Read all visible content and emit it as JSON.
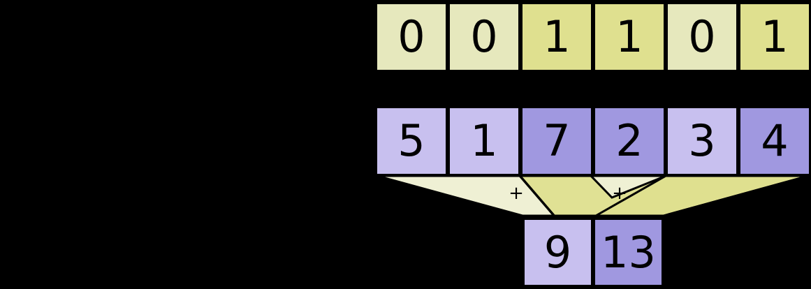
{
  "diagram": {
    "title": "stream-reduction-diagram",
    "background_color": "#000000",
    "mask_row": {
      "name": "binary-mask-row",
      "cells": [
        {
          "value": "0",
          "state": "off",
          "color": "#e6e8bd"
        },
        {
          "value": "0",
          "state": "off",
          "color": "#e6e8bd"
        },
        {
          "value": "1",
          "state": "on",
          "color": "#dfe08f"
        },
        {
          "value": "1",
          "state": "on",
          "color": "#dfe08f"
        },
        {
          "value": "0",
          "state": "off",
          "color": "#e6e8bd"
        },
        {
          "value": "1",
          "state": "on",
          "color": "#dfe08f"
        }
      ]
    },
    "data_row": {
      "name": "input-data-row",
      "cells": [
        {
          "value": "5",
          "state": "off",
          "color": "#c8c0ef"
        },
        {
          "value": "1",
          "state": "off",
          "color": "#c8c0ef"
        },
        {
          "value": "7",
          "state": "on",
          "color": "#a098e0"
        },
        {
          "value": "2",
          "state": "on",
          "color": "#a098e0"
        },
        {
          "value": "3",
          "state": "off",
          "color": "#c8c0ef"
        },
        {
          "value": "4",
          "state": "on",
          "color": "#a098e0"
        }
      ]
    },
    "result_row": {
      "name": "output-result-row",
      "cells": [
        {
          "value": "9",
          "state": "off",
          "color": "#c8c0ef"
        },
        {
          "value": "13",
          "state": "on",
          "color": "#a098e0"
        }
      ]
    },
    "operators": [
      {
        "symbol": "+",
        "name": "plus-operator-left"
      },
      {
        "symbol": "+",
        "name": "plus-operator-right"
      }
    ],
    "funnels": [
      {
        "name": "funnel-left",
        "fill": "#eff0d4",
        "stroke": "#000000"
      },
      {
        "name": "funnel-right",
        "fill": "#dfe08f",
        "stroke": "#000000"
      }
    ],
    "palette": {
      "mask_off": "#e6e8bd",
      "mask_on": "#dfe08f",
      "data_off": "#c8c0ef",
      "data_on": "#a098e0",
      "funnel_light": "#eff0d4",
      "funnel_dark": "#dfe08f",
      "outline": "#000000"
    }
  }
}
